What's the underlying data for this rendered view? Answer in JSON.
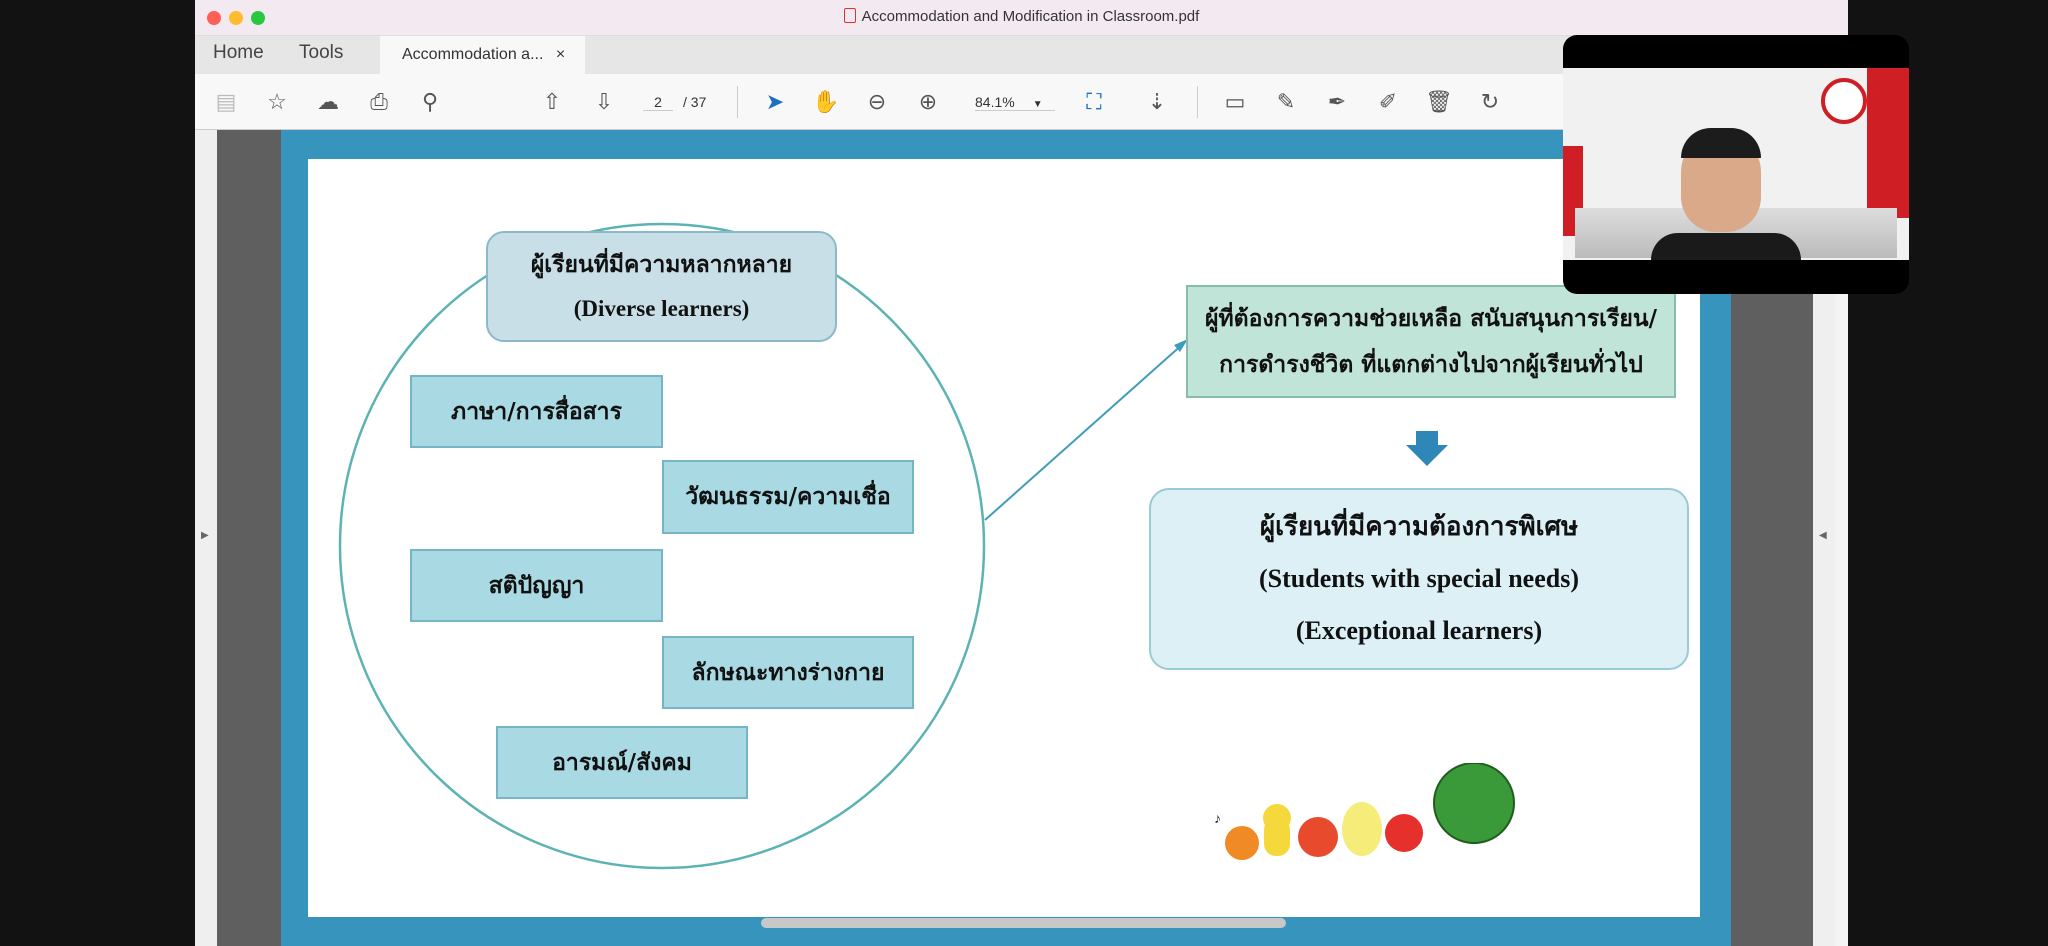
{
  "window": {
    "title": "Accommodation and Modification in Classroom.pdf"
  },
  "tabs": {
    "home": "Home",
    "tools": "Tools",
    "doc": "Accommodation a...",
    "close": "×"
  },
  "toolbar": {
    "page_current": "2",
    "page_total": "/ 37",
    "zoom": "84.1%"
  },
  "slide": {
    "top_box": {
      "thai": "ผู้เรียนที่มีความหลากหลาย",
      "en": "(Diverse learners)"
    },
    "items": [
      "ภาษา/การสื่อสาร",
      "วัฒนธรรม/ความเชื่อ",
      "สติปัญญา",
      "ลักษณะทางร่างกาย",
      "อารมณ์/สังคม"
    ],
    "need_box": {
      "line1": "ผู้ที่ต้องการความช่วยเหลือ  สนับสนุนการเรียน/",
      "line2": "การดำรงชีวิต ที่แตกต่างไปจากผู้เรียนทั่วไป"
    },
    "result_box": {
      "thai": "ผู้เรียนที่มีความต้องการพิเศษ",
      "en1": "(Students with special needs)",
      "en2": "(Exceptional learners)"
    }
  },
  "colors": {
    "accent": "#3794bd",
    "item_box": "#a9d9e3"
  }
}
